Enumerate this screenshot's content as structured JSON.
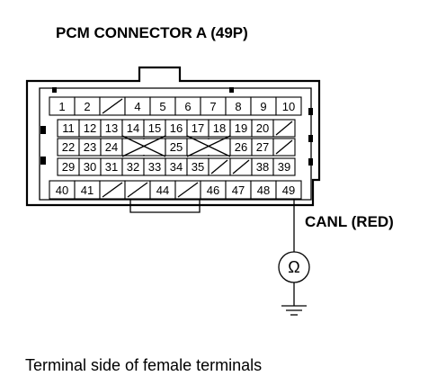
{
  "title": "PCM CONNECTOR A (49P)",
  "signal_label": "CANL (RED)",
  "caption": "Terminal side of female terminals",
  "meter_symbol": "Ω",
  "terminals": {
    "row1": [
      "1",
      "2",
      "",
      "4",
      "5",
      "6",
      "7",
      "8",
      "9",
      "10"
    ],
    "row2": [
      "11",
      "12",
      "13",
      "14",
      "15",
      "16",
      "17",
      "18",
      "19",
      "20",
      ""
    ],
    "row3": [
      "22",
      "23",
      "24",
      "",
      "",
      "25",
      "",
      "",
      "26",
      "27",
      ""
    ],
    "row4": [
      "29",
      "30",
      "31",
      "32",
      "33",
      "34",
      "35",
      "",
      "",
      "38",
      "39"
    ],
    "row5": [
      "40",
      "41",
      "",
      "",
      "44",
      "",
      "46",
      "47",
      "48",
      "49"
    ]
  }
}
